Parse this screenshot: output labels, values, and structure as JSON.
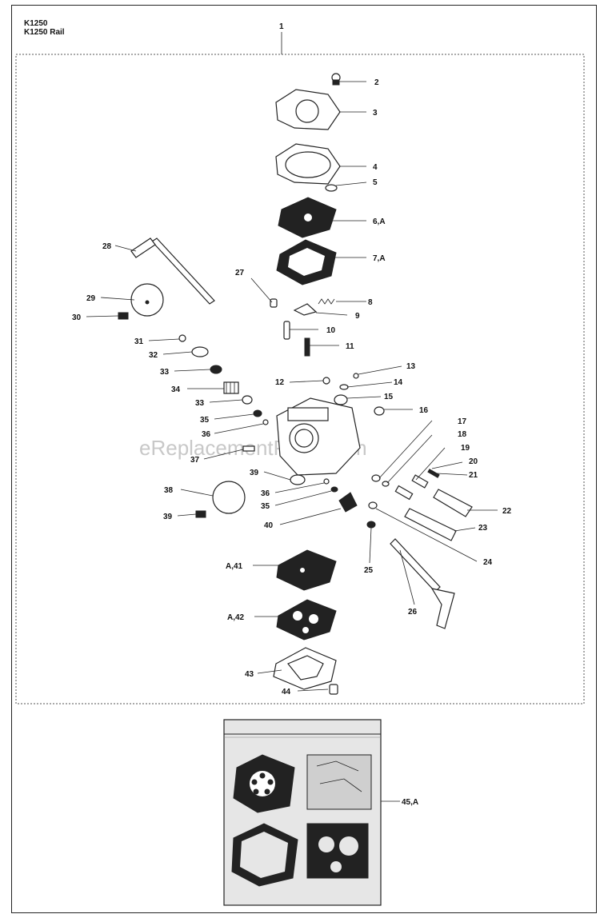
{
  "header": {
    "model_line1": "K1250",
    "model_line2": "K1250 Rail"
  },
  "watermark": "eReplacementParts.com",
  "labels": {
    "l1": "1",
    "l2": "2",
    "l3": "3",
    "l4": "4",
    "l5": "5",
    "l6": "6,A",
    "l7": "7,A",
    "l8": "8",
    "l9": "9",
    "l10": "10",
    "l11": "11",
    "l12": "12",
    "l13": "13",
    "l14": "14",
    "l15": "15",
    "l16": "16",
    "l17": "17",
    "l18": "18",
    "l19": "19",
    "l20": "20",
    "l21": "21",
    "l22": "22",
    "l23": "23",
    "l24": "24",
    "l25": "25",
    "l26": "26",
    "l27": "27",
    "l28": "28",
    "l29": "29",
    "l30": "30",
    "l31": "31",
    "l32": "32",
    "l33a": "33",
    "l34": "34",
    "l33b": "33",
    "l35a": "35",
    "l36a": "36",
    "l37": "37",
    "l39a": "39",
    "l38": "38",
    "l39b": "39",
    "l36b": "36",
    "l35b": "35",
    "l40": "40",
    "l41": "A,41",
    "l42": "A,42",
    "l43": "43",
    "l44": "44",
    "l45": "45,A"
  },
  "colors": {
    "line": "#222222",
    "watermark": "#c8c8c8",
    "kit_background": "#e6e6e6"
  }
}
